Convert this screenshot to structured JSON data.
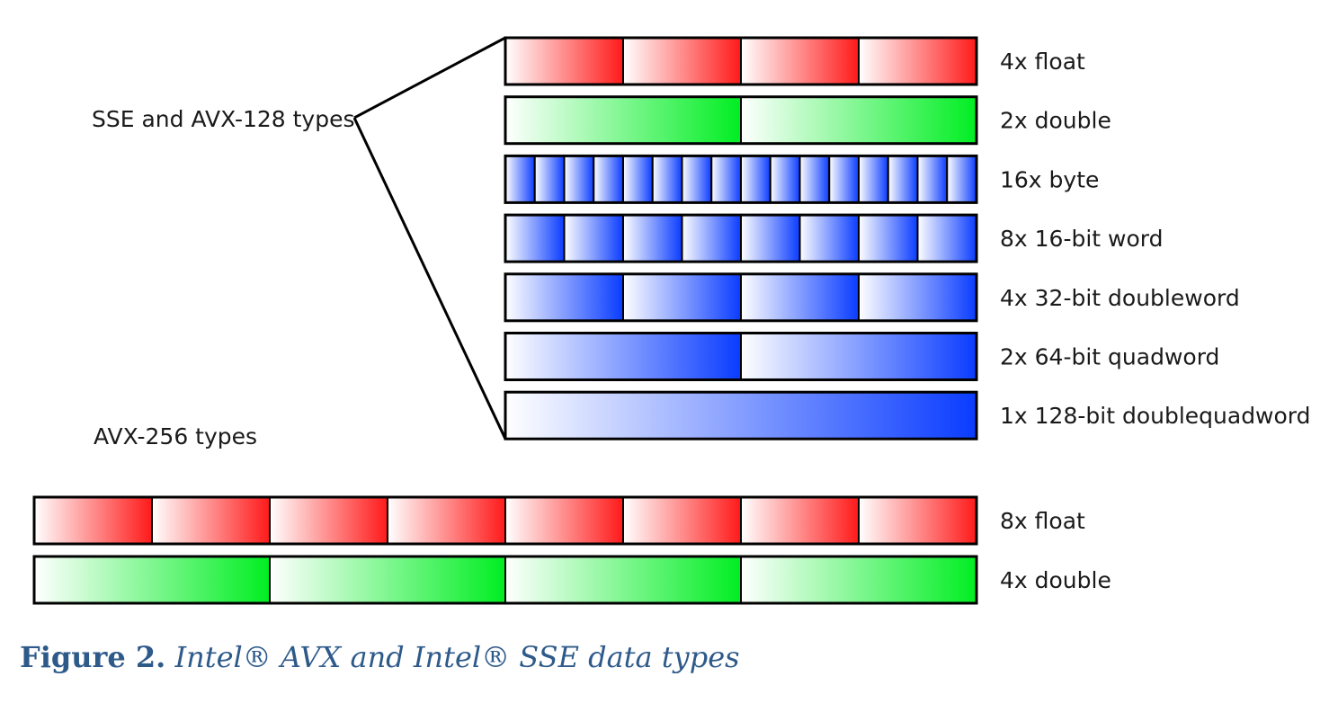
{
  "group_labels": {
    "sse": "SSE and AVX-128 types",
    "avx256": "AVX-256 types"
  },
  "colors": {
    "float": "#ff1a1a",
    "double": "#00ee22",
    "integer": "#0a3cff",
    "outline": "#000000"
  },
  "sse_rows": [
    {
      "label": "4x float",
      "lanes": 4,
      "color": "float"
    },
    {
      "label": "2x double",
      "lanes": 2,
      "color": "double"
    },
    {
      "label": "16x byte",
      "lanes": 16,
      "color": "integer"
    },
    {
      "label": "8x 16-bit word",
      "lanes": 8,
      "color": "integer"
    },
    {
      "label": "4x 32-bit doubleword",
      "lanes": 4,
      "color": "integer"
    },
    {
      "label": "2x 64-bit quadword",
      "lanes": 2,
      "color": "integer"
    },
    {
      "label": "1x 128-bit doublequadword",
      "lanes": 1,
      "color": "integer"
    }
  ],
  "avx256_rows": [
    {
      "label": "8x float",
      "lanes": 8,
      "color": "float"
    },
    {
      "label": "4x double",
      "lanes": 4,
      "color": "double"
    }
  ],
  "caption": {
    "prefix": "Figure 2.",
    "text": "Intel® AVX and Intel® SSE data types"
  }
}
